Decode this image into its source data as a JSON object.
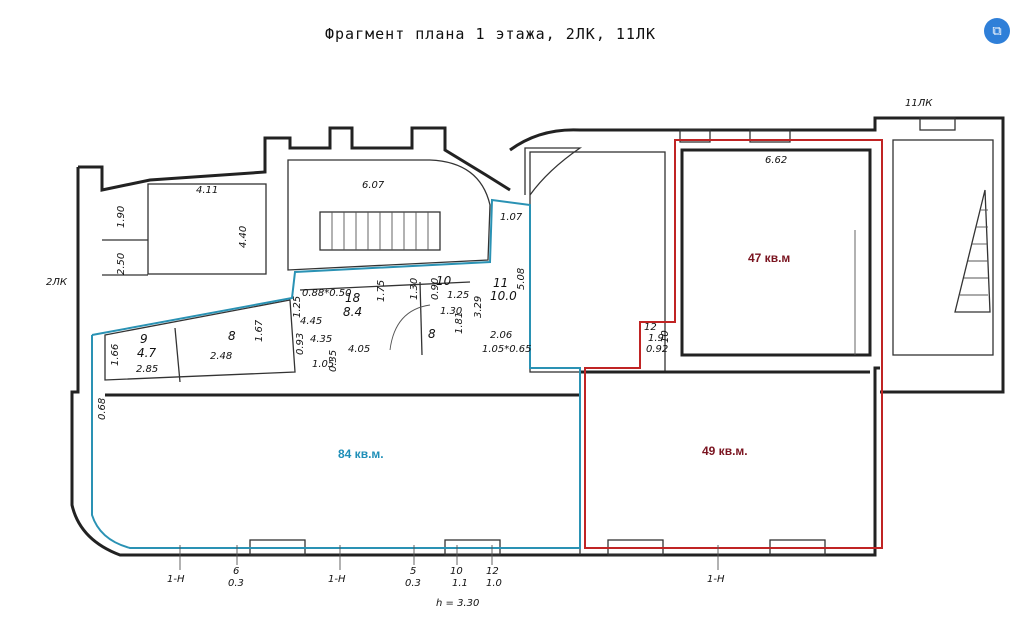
{
  "title": "Фрагмент плана 1 этажа, 2ЛК, 11ЛК",
  "share_icon": "copy-icon",
  "colors": {
    "blue_outline": "#2a92b4",
    "red_outline": "#c02424",
    "blue_text": "#1f8fb8",
    "red_text": "#7a1420"
  },
  "areas": {
    "main_hall": "84 кв.м.",
    "right_hall": "49 кв.м.",
    "upper_room": "47 кв.м"
  },
  "stair_labels": {
    "left": "2ЛК",
    "right": "11ЛК"
  },
  "rooms": {
    "r9": "9",
    "r9_area": "4.7",
    "r8a": "8",
    "r8b": "8",
    "r18": "18",
    "r18_area": "8.4",
    "r10": "10",
    "r11": "11",
    "r11_area": "10.0"
  },
  "dims": {
    "d411": "4.11",
    "d440": "4.40",
    "d190": "1.90",
    "d250": "2.50",
    "d607": "6.07",
    "d107": "1.07",
    "d508": "5.08",
    "d662": "6.62",
    "d088": "0.88*0.50",
    "d125a": "1.25",
    "d175": "1.75",
    "d130a": "1.30",
    "d090": "0.90",
    "d125b": "1.25",
    "d130b": "1.30",
    "d329": "3.29",
    "d445": "4.45",
    "d435": "4.35",
    "d405": "4.05",
    "d093": "0.93",
    "d181": "1.81",
    "d206": "2.06",
    "d105a": "1.05*0.65",
    "d105b": "1.05",
    "d035": "0.35",
    "d167": "1.67",
    "d166": "1.66",
    "d285": "2.85",
    "d248": "2.48",
    "d068": "0.68",
    "d12": "12",
    "d19": "1.9",
    "d092": "0.92",
    "d10": "10"
  },
  "footer": {
    "axis_a": "1-Н",
    "axis_b": "1-Н",
    "axis_c": "1-Н",
    "win6_num": "6",
    "win6_val": "0.3",
    "win5_num": "5",
    "win5_val": "0.3",
    "win10_num": "10",
    "win10_val": "1.1",
    "win12_num": "12",
    "win12_val": "1.0",
    "height": "h = 3.30"
  }
}
